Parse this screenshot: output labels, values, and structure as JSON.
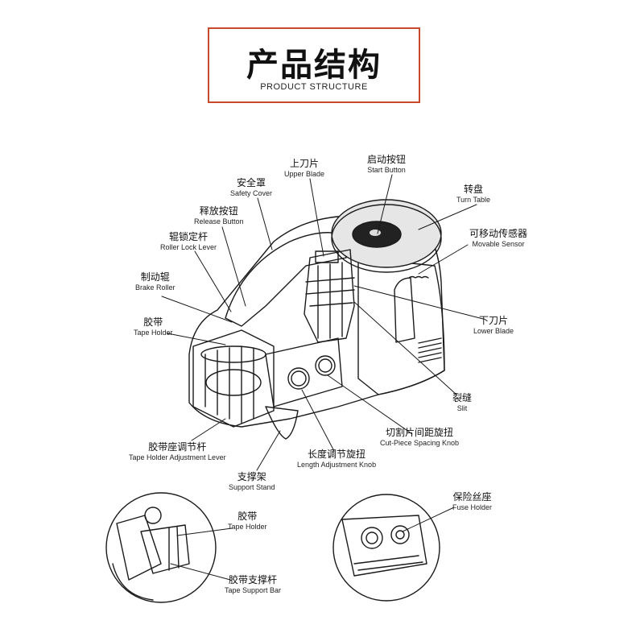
{
  "header": {
    "title_cn": "产品结构",
    "title_en": "PRODUCT STRUCTURE"
  },
  "colors": {
    "frame_accent": "#c8492b",
    "line": "#1a1a1a",
    "turntable": "#e6e6e6"
  },
  "labels": {
    "upper_blade": {
      "cn": "上刀片",
      "en": "Upper Blade"
    },
    "start_button": {
      "cn": "启动按钮",
      "en": "Start Button"
    },
    "safety_cover": {
      "cn": "安全罩",
      "en": "Safety Cover"
    },
    "turn_table": {
      "cn": "转盘",
      "en": "Turn Table"
    },
    "release_button": {
      "cn": "释放按钮",
      "en": "Release Button"
    },
    "movable_sensor": {
      "cn": "可移动传感器",
      "en": "Movable Sensor"
    },
    "roller_lock_lever": {
      "cn": "辊锁定杆",
      "en": "Roller Lock Lever"
    },
    "brake_roller": {
      "cn": "制动辊",
      "en": "Brake Roller"
    },
    "lower_blade": {
      "cn": "下刀片",
      "en": "Lower Blade"
    },
    "tape_holder": {
      "cn": "胶带",
      "en": "Tape Holder"
    },
    "slit": {
      "cn": "裂缝",
      "en": "Slit"
    },
    "cut_piece_spacing_knob": {
      "cn": "切割片间距旋扭",
      "en": "Cut-Piece Spacing Knob"
    },
    "tape_holder_adjustment_lever": {
      "cn": "胶带座调节杆",
      "en": "Tape Holder Adjustment Lever"
    },
    "length_adjustment_knob": {
      "cn": "长度调节旋扭",
      "en": "Length Adjustment Knob"
    },
    "support_stand": {
      "cn": "支撑架",
      "en": "Support Stand"
    },
    "detail_tape_holder": {
      "cn": "胶带",
      "en": "Tape Holder"
    },
    "tape_support_bar": {
      "cn": "胶带支撑杆",
      "en": "Tape Support Bar"
    },
    "fuse_holder": {
      "cn": "保险丝座",
      "en": "Fuse Holder"
    }
  }
}
